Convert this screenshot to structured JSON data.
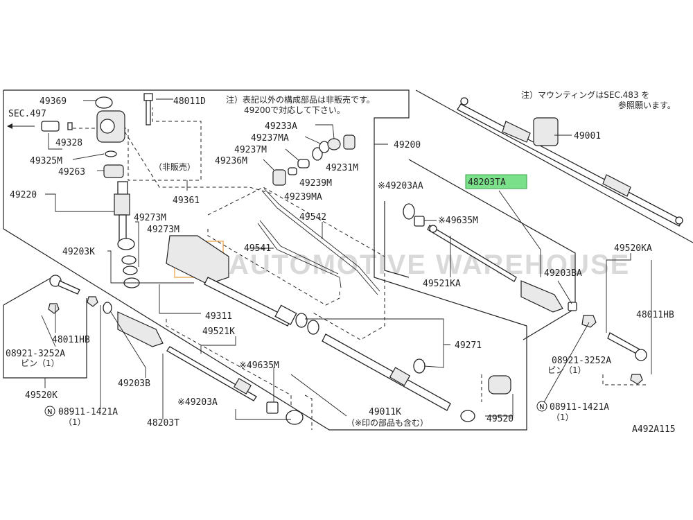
{
  "diagram": {
    "notes": {
      "top_center_1": "注）表記以外の構成部品は非販売です。",
      "top_center_2": "49200で対応して下さい。",
      "top_right_1": "注）マウンティングはSEC.483 を",
      "top_right_2": "参照願います。",
      "not_sold": "（非販売）",
      "includes_marked": "（※印の部品も含む）",
      "pin_1a": "ピン（1）",
      "pin_1b": "ピン（1）",
      "qty_1a": "（1）",
      "qty_1b": "（1）"
    },
    "sec_ref": "SEC.497",
    "figure_id": "A492A115",
    "watermark": "AUTOMOTIVE WAREHOUSE",
    "highlight_color": "#7be08a",
    "labels": {
      "p49369": "49369",
      "p48011D": "48011D",
      "p49328": "49328",
      "p49325M": "49325M",
      "p49263": "49263",
      "p49220": "49220",
      "p49361": "49361",
      "p49273M_a": "49273M",
      "p49273M_b": "49273M",
      "p49203K": "49203K",
      "p48011HB_l": "48011HB",
      "p08921_l": "08921-3252A",
      "p49520K": "49520K",
      "p49203B": "49203B",
      "p08911_l": "08911-1421A",
      "p48203T": "48203T",
      "p49203A": "※49203A",
      "p49635M_l": "※49635M",
      "p49521K_l": "49521K",
      "p49311": "49311",
      "p49541": "49541",
      "p49542": "49542",
      "p49236M": "49236M",
      "p49237M": "49237M",
      "p49237MA": "49237MA",
      "p49233A": "49233A",
      "p49239M": "49239M",
      "p49239MA": "49239MA",
      "p49231M": "49231M",
      "p49200": "49200",
      "p49203AA": "※49203AA",
      "p48203TA": "48203TA",
      "p49635M_r": "※49635M",
      "p49521KA": "49521KA",
      "p49203BA": "49203BA",
      "p49271": "49271",
      "p49011K": "49011K",
      "p49520": "49520",
      "p49001": "49001",
      "p49520KA": "49520KA",
      "p48011HB_r": "48011HB",
      "p08921_r": "08921-3252A",
      "p08911_r": "08911-1421A"
    }
  }
}
